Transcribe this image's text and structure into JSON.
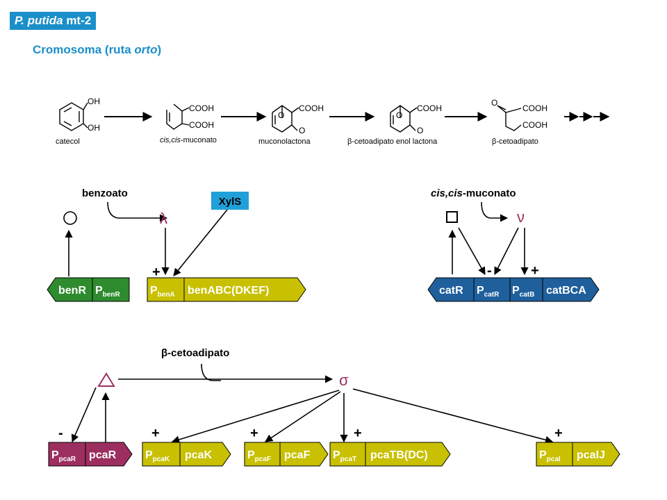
{
  "header": {
    "badge_species": "P. putida",
    "badge_strain": " mt-2",
    "subtitle_main": "Cromosoma (ruta ",
    "subtitle_italic": "orto",
    "subtitle_end": ")"
  },
  "colors": {
    "badge": "#1a8fc9",
    "green_gene": "#2e8b2e",
    "olive_gene": "#c8c000",
    "blue_gene": "#1f5f9c",
    "maroon_gene": "#9c2f5f",
    "xyls_box": "#1fa0d8",
    "pcaR_symbol": "#9c2f5f"
  },
  "pathway": {
    "compounds": [
      {
        "name": "catecol",
        "oh_top": "OH",
        "oh_bottom": "OH"
      },
      {
        "name_italic": "cis,cis",
        "name_rest": "-muconato",
        "cooh_top": "COOH",
        "cooh_bottom": "COOH"
      },
      {
        "name": "muconolactona",
        "cooh": "COOH",
        "o1": "O",
        "o2": "O"
      },
      {
        "name": "β-cetoadipato enol lactona",
        "cooh": "COOH",
        "o1": "O",
        "o2": "O"
      },
      {
        "name": "β-cetoadipato",
        "o": "O",
        "cooh_top": "COOH",
        "cooh_bottom": "COOH"
      }
    ]
  },
  "regulation": {
    "benzoate_label": "benzoato",
    "xyls_label": "XylS",
    "lambda_symbol": "λ",
    "muconate_label_italic": "cis,cis",
    "muconate_label_rest": "-muconato",
    "nu_symbol": "ν",
    "ketoadipate_label": "β-cetoadipato",
    "sigma_symbol": "σ",
    "plus": "+",
    "minus": "-"
  },
  "genes": {
    "benR": {
      "gene": "benR",
      "promoter_p": "P",
      "promoter_sub": "benR"
    },
    "benA": {
      "promoter_p": "P",
      "promoter_sub": "benA",
      "gene": "benABC(DKEF)"
    },
    "catR": {
      "gene": "catR",
      "p1": "P",
      "p1_sub": "catR",
      "p2": "P",
      "p2_sub": "catB",
      "gene2": "catBCA"
    },
    "pcaR": {
      "promoter_p": "P",
      "promoter_sub": "pcaR",
      "gene": "pcaR"
    },
    "pcaK": {
      "promoter_p": "P",
      "promoter_sub": "pcaK",
      "gene": "pcaK"
    },
    "pcaF": {
      "promoter_p": "P",
      "promoter_sub": "pcaF",
      "gene": "pcaF"
    },
    "pcaT": {
      "promoter_p": "P",
      "promoter_sub": "pcaT",
      "gene": "pcaTB(DC)"
    },
    "pcaI": {
      "promoter_p": "P",
      "promoter_sub": "pcaI",
      "gene": "pcaIJ"
    }
  }
}
